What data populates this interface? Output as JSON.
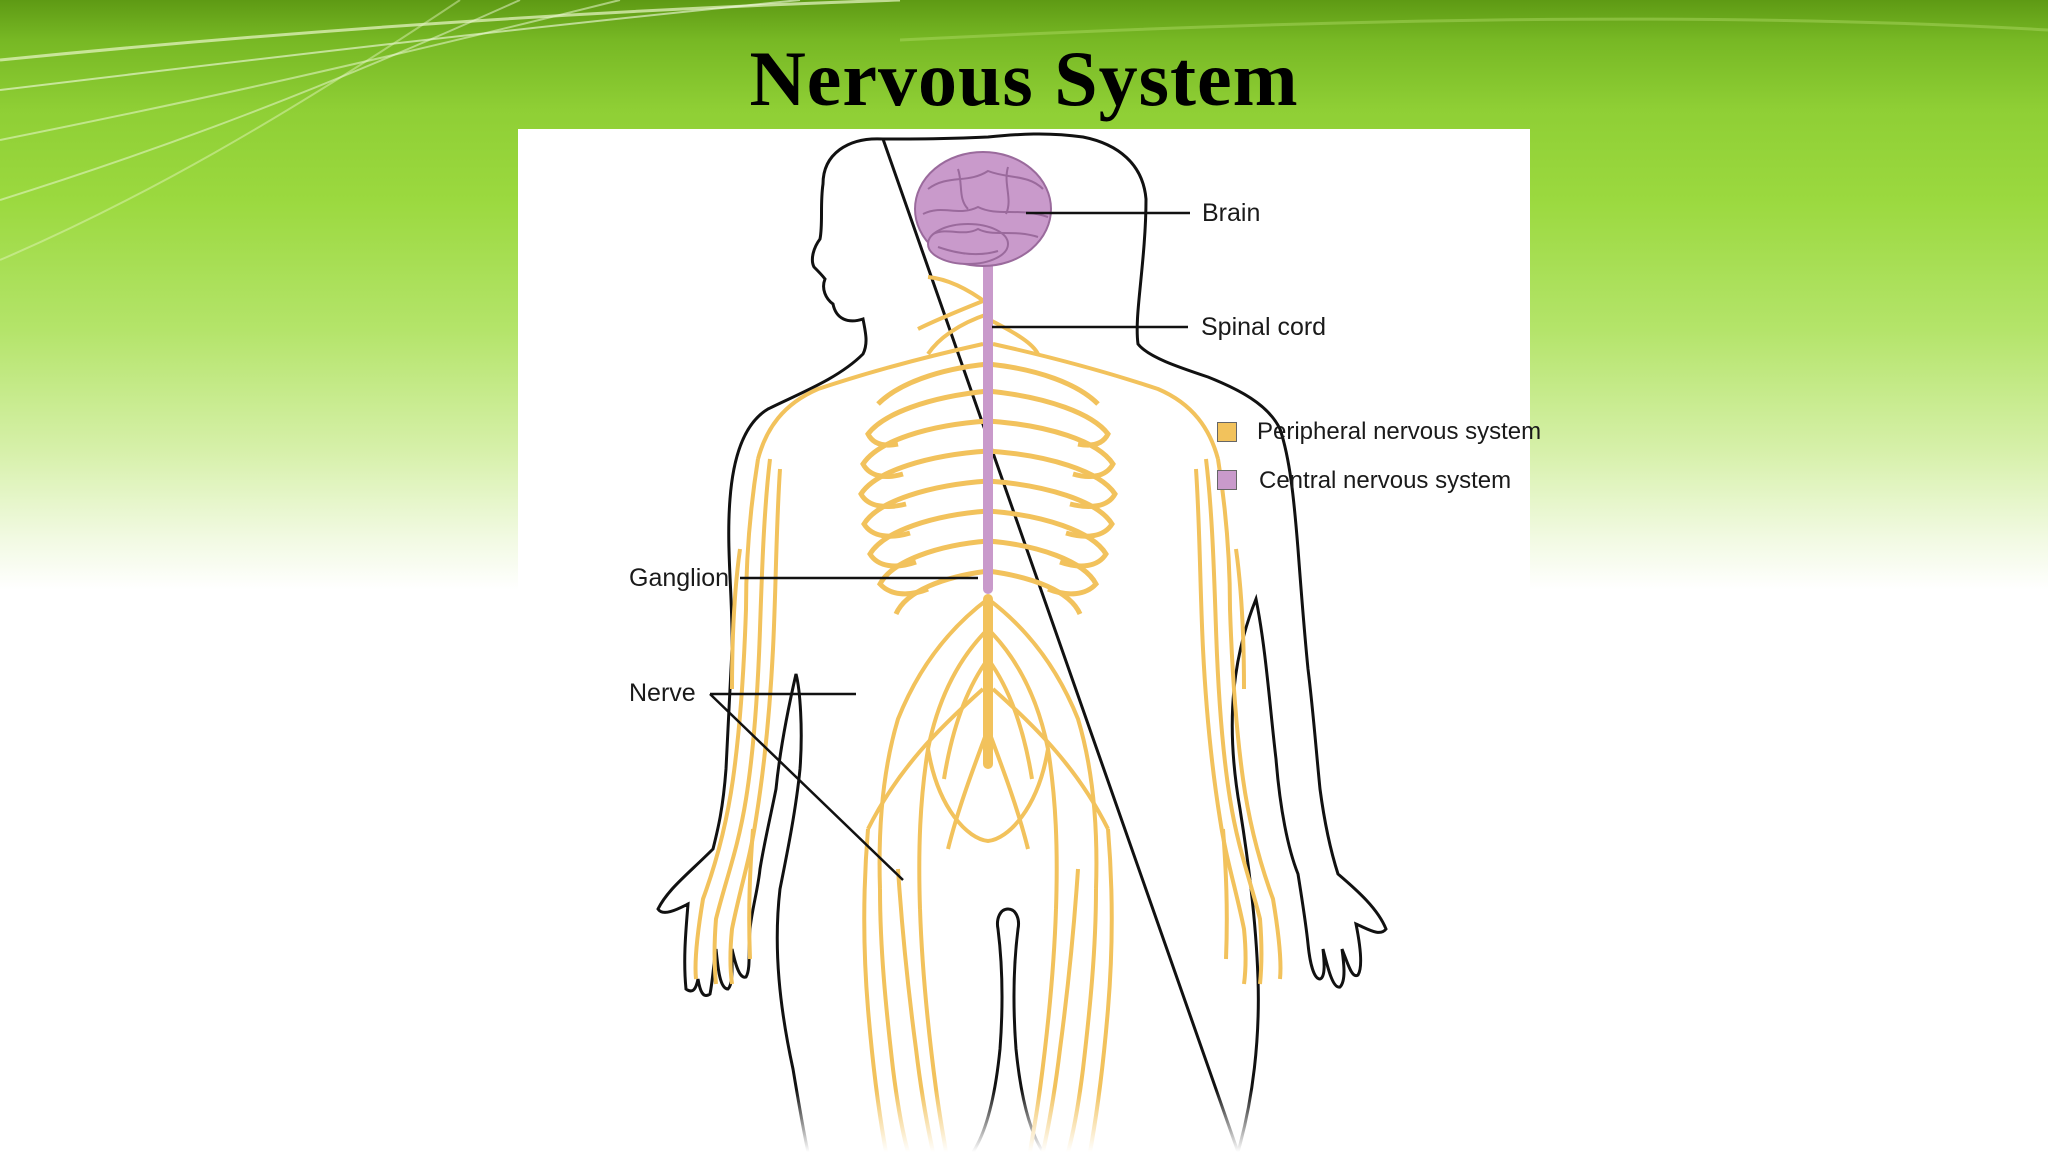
{
  "slide": {
    "title": "Nervous System"
  },
  "diagram": {
    "labels": {
      "brain": "Brain",
      "spinal_cord": "Spinal cord",
      "ganglion": "Ganglion",
      "nerve": "Nerve"
    },
    "legend": [
      {
        "label": "Peripheral nervous system",
        "color": "#f2c25c"
      },
      {
        "label": "Central nervous system",
        "color": "#c99acb"
      }
    ]
  },
  "colors": {
    "nerve": "#f2c25c",
    "cns": "#c99acb",
    "outline": "#111111"
  }
}
